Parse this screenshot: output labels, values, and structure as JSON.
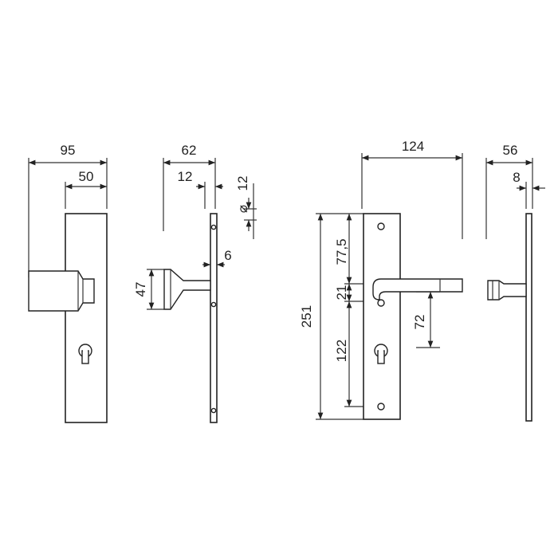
{
  "colors": {
    "line": "#222222",
    "background": "#ffffff"
  },
  "views": {
    "knob_front": {
      "width_total": "95",
      "width_knob": "50"
    },
    "knob_side": {
      "depth_total": "62",
      "rose_offset": "12",
      "diameter": "12",
      "diameter_symbol": "⌀",
      "plate_thickness": "6",
      "knob_height": "47"
    },
    "lever_front": {
      "length": "124",
      "height": "251",
      "upper_offset": "77,5",
      "hole_spacing": "21",
      "lower_offset": "122",
      "lever_drop": "72"
    },
    "lever_side": {
      "depth_total": "56",
      "plate_thickness": "8"
    }
  }
}
